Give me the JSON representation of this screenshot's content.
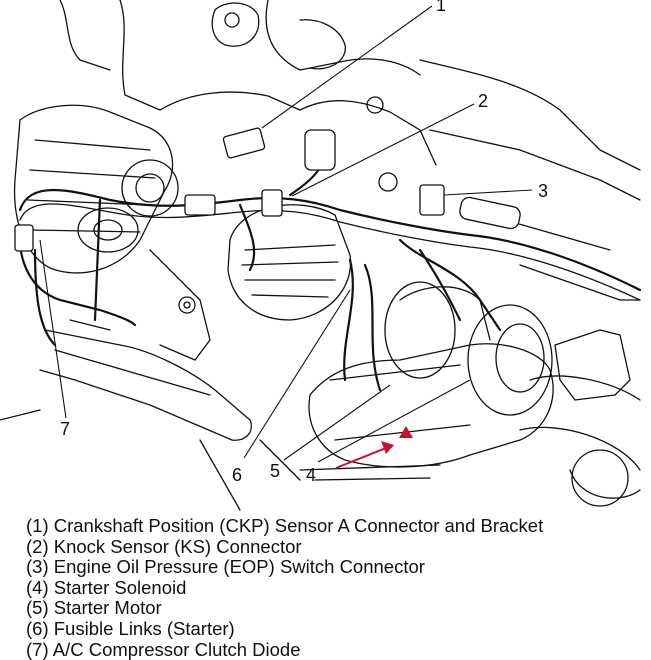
{
  "callouts": {
    "c1": "1",
    "c2": "2",
    "c3": "3",
    "c4": "4",
    "c5": "5",
    "c6": "6",
    "c7": "7"
  },
  "legend": [
    "(1) Crankshaft Position (CKP) Sensor A Connector and Bracket",
    "(2) Knock Sensor (KS) Connector",
    "(3) Engine Oil Pressure (EOP) Switch Connector",
    "(4) Starter Solenoid",
    "(5) Starter Motor",
    "(6) Fusible Links (Starter)",
    "(7) A/C Compressor Clutch Diode"
  ],
  "colors": {
    "line": "#111111",
    "annotation_arrow": "#c8102e"
  }
}
